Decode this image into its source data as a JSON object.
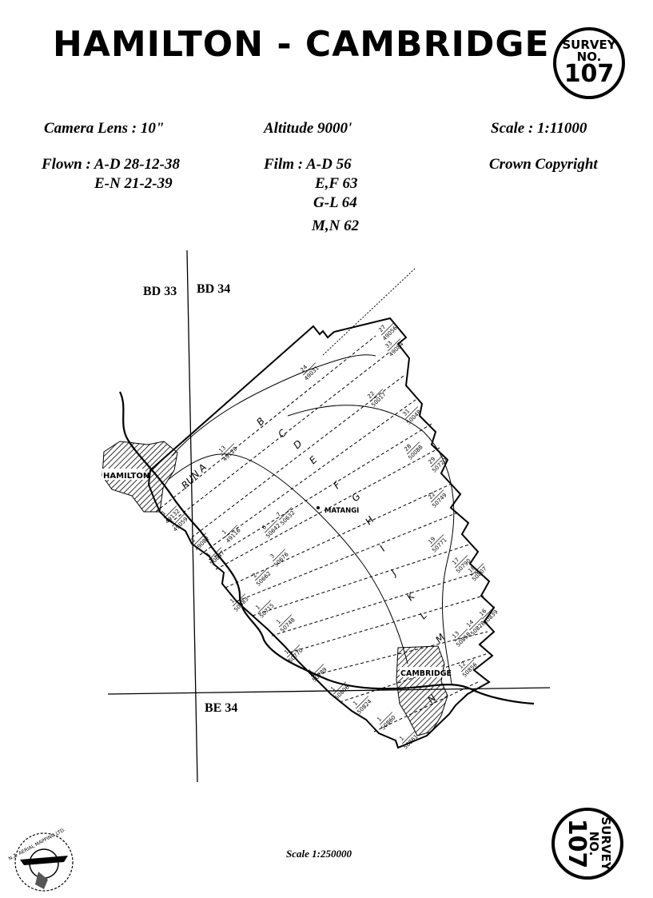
{
  "title": "HAMILTON - CAMBRIDGE",
  "stamp": {
    "line1": "SURVEY",
    "line2": "NO.",
    "line3": "107"
  },
  "info": {
    "camera_lens": "Camera Lens : 10\"",
    "altitude": "Altitude 9000'",
    "scale": "Scale : 1:11000",
    "flown_1": "Flown :  A-D  28-12-38",
    "flown_2": "E-N  21-2-39",
    "film_1": "Film : A-D  56",
    "film_2": "E,F  63",
    "film_3": "G-L  64",
    "film_4": "M,N  62",
    "copyright": "Crown Copyright"
  },
  "sheets": {
    "bd33": "BD 33",
    "bd34": "BD 34",
    "be34": "BE 34"
  },
  "places": {
    "hamilton": "HAMILTON",
    "cambridge": "CAMBRIDGE",
    "matangi": "MATANGI"
  },
  "runs": [
    {
      "letter": "RUN A"
    },
    {
      "letter": "B"
    },
    {
      "letter": "C"
    },
    {
      "letter": "D"
    },
    {
      "letter": "E"
    },
    {
      "letter": "F"
    },
    {
      "letter": "G"
    },
    {
      "letter": "H"
    },
    {
      "letter": "I"
    },
    {
      "letter": "J"
    },
    {
      "letter": "K"
    },
    {
      "letter": "L"
    },
    {
      "letter": "M"
    },
    {
      "letter": "N"
    }
  ],
  "photo_labels": [
    {
      "num": "27",
      "code": "49056"
    },
    {
      "num": "33",
      "code": "49084"
    },
    {
      "num": "24",
      "code": "49031"
    },
    {
      "num": "22",
      "code": "50017"
    },
    {
      "num": "31",
      "code": "50048"
    },
    {
      "num": "13",
      "code": "49120"
    },
    {
      "num": "28",
      "code": "50088"
    },
    {
      "num": "29",
      "code": "50720"
    },
    {
      "num": "22",
      "code": "50749"
    },
    {
      "num": "1",
      "code": "49132"
    },
    {
      "num": "1",
      "code": "49059"
    },
    {
      "num": "1",
      "code": "49116"
    },
    {
      "num": "6",
      "code": "50642"
    },
    {
      "num": "7",
      "code": "50632"
    },
    {
      "num": "1",
      "code": "50647"
    },
    {
      "num": "1",
      "code": "49082"
    },
    {
      "num": "2",
      "code": "50662"
    },
    {
      "num": "3",
      "code": "50676"
    },
    {
      "num": "19",
      "code": "50771"
    },
    {
      "num": "17",
      "code": "50790"
    },
    {
      "num": "18",
      "code": "50807"
    },
    {
      "num": "1",
      "code": "50683"
    },
    {
      "num": "1",
      "code": "50715"
    },
    {
      "num": "1",
      "code": "50748"
    },
    {
      "num": "13",
      "code": "50858"
    },
    {
      "num": "14",
      "code": "50828"
    },
    {
      "num": "16",
      "code": "50839"
    },
    {
      "num": "12",
      "code": "50856"
    },
    {
      "num": "1",
      "code": "50770"
    },
    {
      "num": "1",
      "code": "50789"
    },
    {
      "num": "1",
      "code": "50806"
    },
    {
      "num": "1",
      "code": "50824"
    },
    {
      "num": "1",
      "code": "50860"
    },
    {
      "num": "1",
      "code": "50861"
    }
  ],
  "scale_bottom": "Scale  1:250000",
  "logo_text": "N.Z. AERIAL MAPPING LTD."
}
